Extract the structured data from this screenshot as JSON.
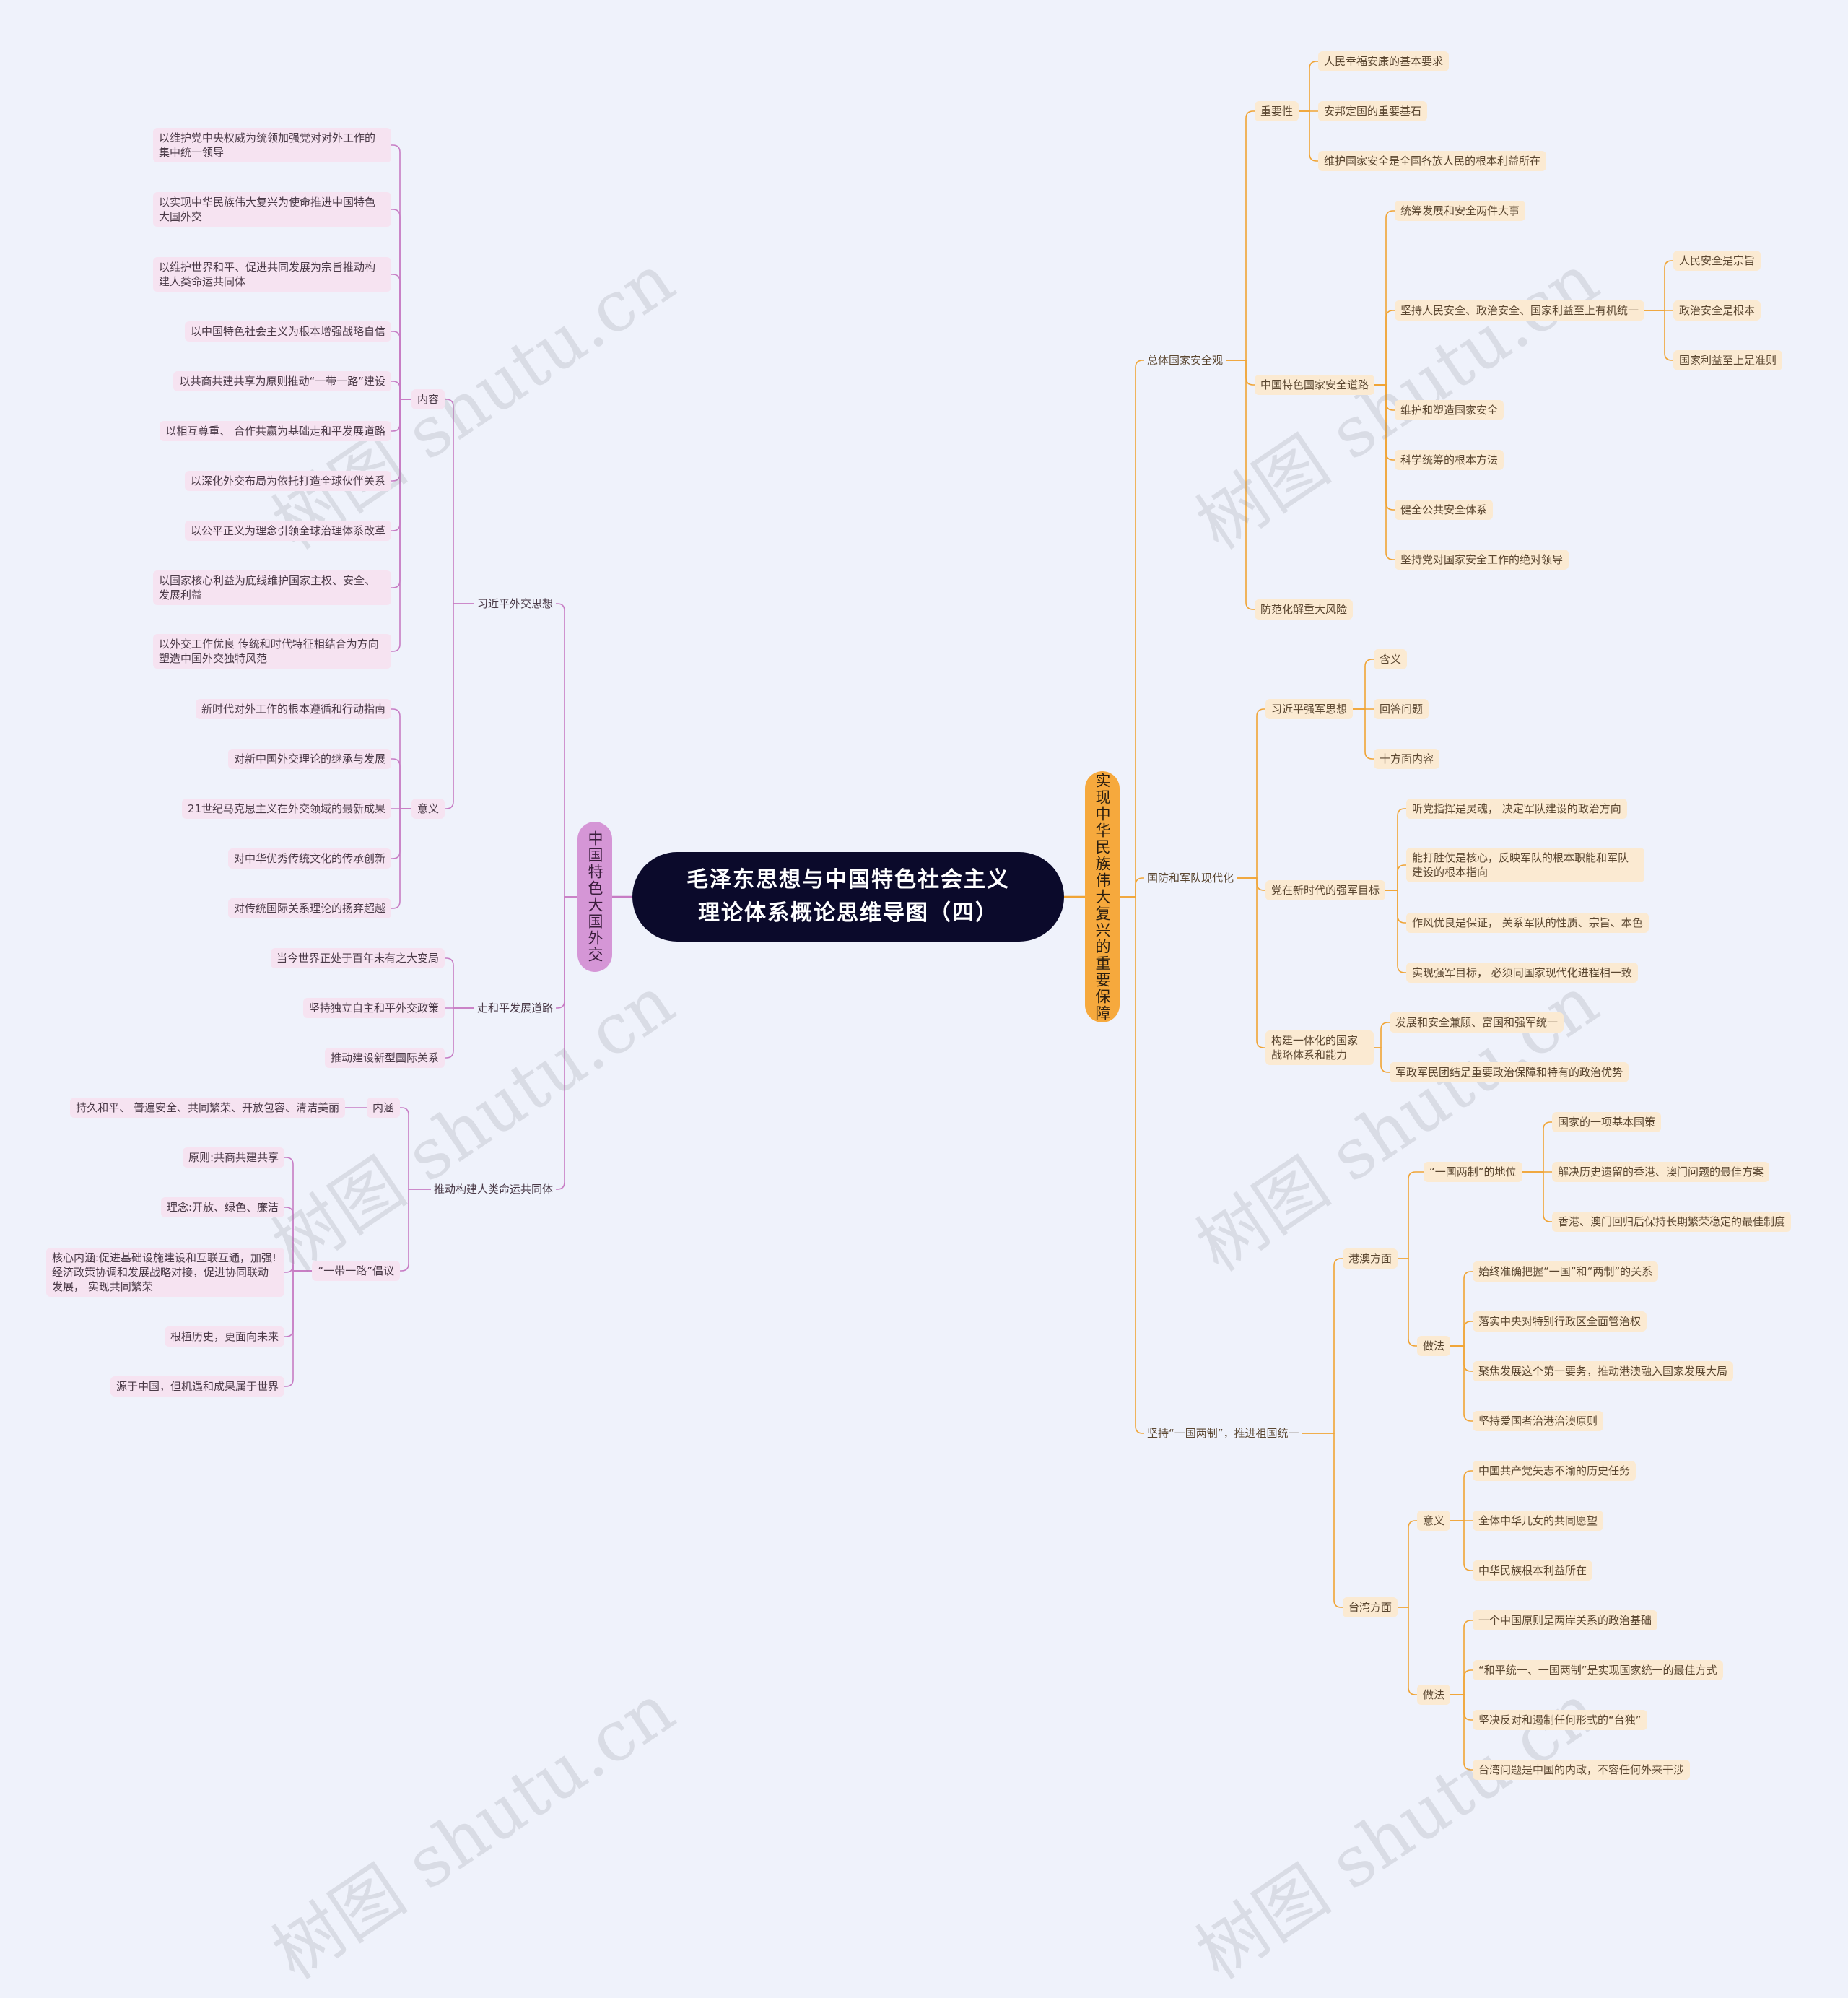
{
  "title": "毛泽东思想与中国特色社会主义理论体系概论思维导图（四）",
  "title_lines": [
    "毛泽东思想与中国特色社会主义",
    "理论体系概论思维导图（四）"
  ],
  "colors": {
    "background": "#eff2fb",
    "center": "#0b0a2b",
    "right_branch": "#f6a93d",
    "left_branch": "#d596d6",
    "right_leaf": "#fbead2",
    "left_leaf": "#f6e3f1",
    "right_line": "#f0a435",
    "left_line": "#c77cc4"
  },
  "watermark": "树图 shutu.cn",
  "right_branch": {
    "label": "实现中华民族伟大复兴的重要保障",
    "children": [
      {
        "label": "总体国家安全观",
        "children": [
          {
            "label": "重要性",
            "children": [
              {
                "label": "人民幸福安康的基本要求"
              },
              {
                "label": "安邦定国的重要基石"
              },
              {
                "label": "维护国家安全是全国各族人民的根本利益所在"
              }
            ]
          },
          {
            "label": "中国特色国家安全道路",
            "children": [
              {
                "label": "统筹发展和安全两件大事"
              },
              {
                "label": "坚持人民安全、政治安全、国家利益至上有机统一",
                "children": [
                  {
                    "label": "人民安全是宗旨"
                  },
                  {
                    "label": "政治安全是根本"
                  },
                  {
                    "label": "国家利益至上是准则"
                  }
                ]
              },
              {
                "label": "维护和塑造国家安全"
              },
              {
                "label": "科学统筹的根本方法"
              },
              {
                "label": "健全公共安全体系"
              },
              {
                "label": "坚持党对国家安全工作的绝对领导"
              }
            ]
          },
          {
            "label": "防范化解重大风险"
          }
        ]
      },
      {
        "label": "国防和军队现代化",
        "children": [
          {
            "label": "习近平强军思想",
            "children": [
              {
                "label": "含义"
              },
              {
                "label": "回答问题"
              },
              {
                "label": "十方面内容"
              }
            ]
          },
          {
            "label": "党在新时代的强军目标",
            "children": [
              {
                "label": "听党指挥是灵魂， 决定军队建设的政治方向"
              },
              {
                "label": "能打胜仗是核心，反映军队的根本职能和军队建设的根本指向"
              },
              {
                "label": "作风优良是保证， 关系军队的性质、宗旨、本色"
              },
              {
                "label": "实现强军目标， 必须同国家现代化进程相一致"
              }
            ]
          },
          {
            "label": "构建一体化的国家战略体系和能力",
            "children": [
              {
                "label": "发展和安全兼顾、富国和强军统一"
              },
              {
                "label": "军政军民团结是重要政治保障和特有的政治优势"
              }
            ]
          }
        ]
      },
      {
        "label": "坚持“一国两制”，推进祖国统一",
        "children": [
          {
            "label": "港澳方面",
            "children": [
              {
                "label": "“一国两制”的地位",
                "children": [
                  {
                    "label": "国家的一项基本国策"
                  },
                  {
                    "label": "解决历史遗留的香港、澳门问题的最佳方案"
                  },
                  {
                    "label": "香港、澳门回归后保持长期繁荣稳定的最佳制度"
                  }
                ]
              },
              {
                "label": "做法",
                "children": [
                  {
                    "label": "始终准确把握“一国”和“两制”的关系"
                  },
                  {
                    "label": "落实中央对特别行政区全面管治权"
                  },
                  {
                    "label": "聚焦发展这个第一要务，推动港澳融入国家发展大局"
                  },
                  {
                    "label": "坚持爱国者治港治澳原则"
                  }
                ]
              }
            ]
          },
          {
            "label": "台湾方面",
            "children": [
              {
                "label": "意义",
                "children": [
                  {
                    "label": "中国共产党矢志不渝的历史任务"
                  },
                  {
                    "label": "全体中华儿女的共同愿望"
                  },
                  {
                    "label": "中华民族根本利益所在"
                  }
                ]
              },
              {
                "label": "做法",
                "children": [
                  {
                    "label": "一个中国原则是两岸关系的政治基础"
                  },
                  {
                    "label": "“和平统一、一国两制”是实现国家统一的最佳方式"
                  },
                  {
                    "label": "坚决反对和遏制任何形式的“台独”"
                  },
                  {
                    "label": "台湾问题是中国的内政，不容任何外来干涉"
                  }
                ]
              }
            ]
          }
        ]
      }
    ]
  },
  "left_branch": {
    "label": "中国特色大国外交",
    "children": [
      {
        "label": "习近平外交思想",
        "children": [
          {
            "label": "内容",
            "children": [
              {
                "label": "以维护党中央权威为统领加强党对对外工作的集中统一领导"
              },
              {
                "label": "以实现中华民族伟大复兴为使命推进中国特色大国外交"
              },
              {
                "label": "以维护世界和平、促进共同发展为宗旨推动构建人类命运共同体"
              },
              {
                "label": "以中国特色社会主义为根本增强战略自信"
              },
              {
                "label": "以共商共建共享为原则推动“一带一路”建设"
              },
              {
                "label": "以相互尊重、 合作共赢为基础走和平发展道路"
              },
              {
                "label": "以深化外交布局为依托打造全球伙伴关系"
              },
              {
                "label": "以公平正义为理念引领全球治理体系改革"
              },
              {
                "label": "以国家核心利益为底线维护国家主权、安全、发展利益"
              },
              {
                "label": "以外交工作优良 传统和时代特征相结合为方向塑造中国外交独特风范"
              }
            ]
          },
          {
            "label": "意义",
            "children": [
              {
                "label": "新时代对外工作的根本遵循和行动指南"
              },
              {
                "label": "对新中国外交理论的继承与发展"
              },
              {
                "label": "21世纪马克思主义在外交领域的最新成果"
              },
              {
                "label": "对中华优秀传统文化的传承创新"
              },
              {
                "label": "对传统国际关系理论的扬弃超越"
              }
            ]
          }
        ]
      },
      {
        "label": "走和平发展道路",
        "children": [
          {
            "label": "当今世界正处于百年未有之大变局"
          },
          {
            "label": "坚持独立自主和平外交政策"
          },
          {
            "label": "推动建设新型国际关系"
          }
        ]
      },
      {
        "label": "推动构建人类命运共同体",
        "children": [
          {
            "label": "内涵",
            "children": [
              {
                "label": "持久和平、 普遍安全、共同繁荣、开放包容、清洁美丽"
              }
            ]
          },
          {
            "label": "“一带一路”倡议",
            "children": [
              {
                "label": "原则:共商共建共享"
              },
              {
                "label": "理念:开放、绿色、廉洁"
              },
              {
                "label": "核心内涵:促进基础设施建设和互联互通，加强! 经济政策协调和发展战略对接，促进协同联动发展， 实现共同繁荣"
              },
              {
                "label": "根植历史，更面向未来"
              },
              {
                "label": "源于中国，但机遇和成果属于世界"
              }
            ]
          }
        ]
      }
    ]
  }
}
